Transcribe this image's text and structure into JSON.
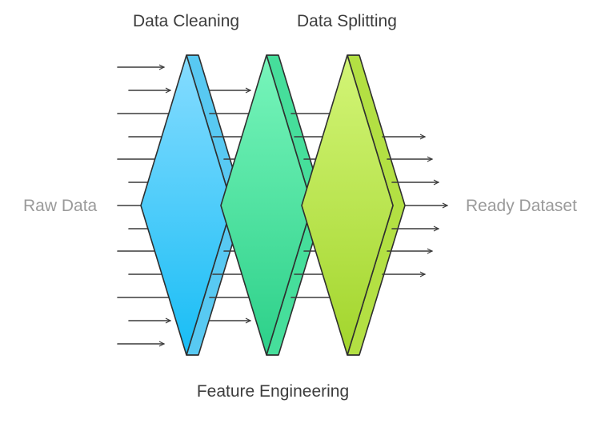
{
  "labels": {
    "input": "Raw Data",
    "output": "Ready Dataset",
    "stages": [
      {
        "name": "Data Cleaning",
        "color_top": "#7fd9ff",
        "color_bottom": "#1cc0f7",
        "side": "#5fcdf5"
      },
      {
        "name": "Feature Engineering",
        "color_top": "#6ff3b4",
        "color_bottom": "#2fd28b",
        "side": "#4ee3a0"
      },
      {
        "name": "Data Splitting",
        "color_top": "#ccf36b",
        "color_bottom": "#a6d930",
        "side": "#b9e64a"
      }
    ]
  },
  "colors": {
    "arrow": "#3a3a3a",
    "outline": "#2f2f2f",
    "text_dark": "#3c3c3c",
    "text_gray": "#9a9a9a"
  }
}
